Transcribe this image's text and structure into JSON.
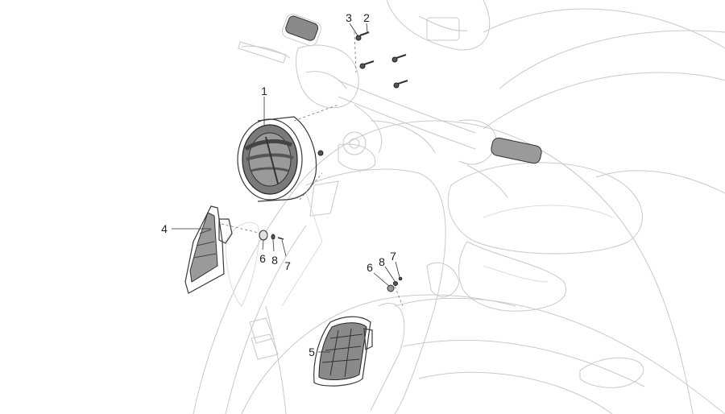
{
  "callouts": [
    {
      "id": "c1",
      "text": "1"
    },
    {
      "id": "c2",
      "text": "2"
    },
    {
      "id": "c3",
      "text": "3"
    },
    {
      "id": "c4",
      "text": "4"
    },
    {
      "id": "c5",
      "text": "5"
    },
    {
      "id": "c6a",
      "text": "6"
    },
    {
      "id": "c8a",
      "text": "8"
    },
    {
      "id": "c7a",
      "text": "7"
    },
    {
      "id": "c6b",
      "text": "6"
    },
    {
      "id": "c8b",
      "text": "8"
    },
    {
      "id": "c7b",
      "text": "7"
    }
  ],
  "colors": {
    "line": "#3a3a3a",
    "ghost": "#c9c9c9",
    "background": "#ffffff"
  }
}
